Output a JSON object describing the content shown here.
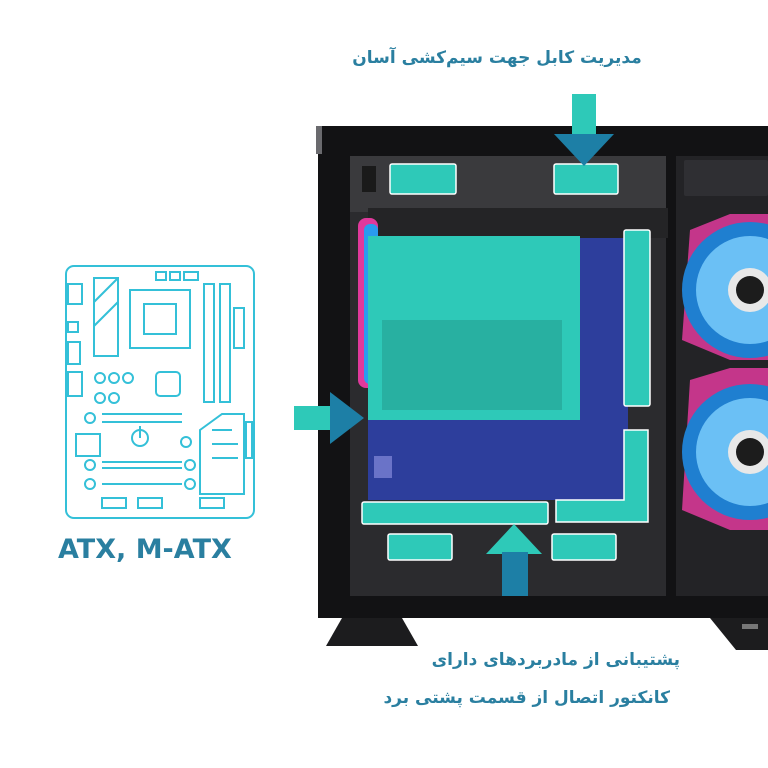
{
  "captions": {
    "cable_management": "مدیریت کابل جهت سیم‌کشی آسان",
    "rear_connector_line1": "پشتیبانی از مادربردهای دارای",
    "rear_connector_line2": "کانکتور اتصال از قسمت پشتی برد"
  },
  "motherboard_icon": {
    "name": "motherboard-icon",
    "form_factors": "ATX, M-ATX"
  },
  "colors": {
    "teal_highlight": "#2ec9b8",
    "navy_highlight": "#2d3e9c",
    "caption_text": "#2a7fa0",
    "case_dark": "#1a1a1c",
    "fan_blue": "#2a9bef",
    "fan_pink": "#e0399c"
  },
  "icons": [
    "arrow-down-icon",
    "arrow-right-icon",
    "arrow-up-icon",
    "motherboard-icon",
    "fan-icon"
  ]
}
